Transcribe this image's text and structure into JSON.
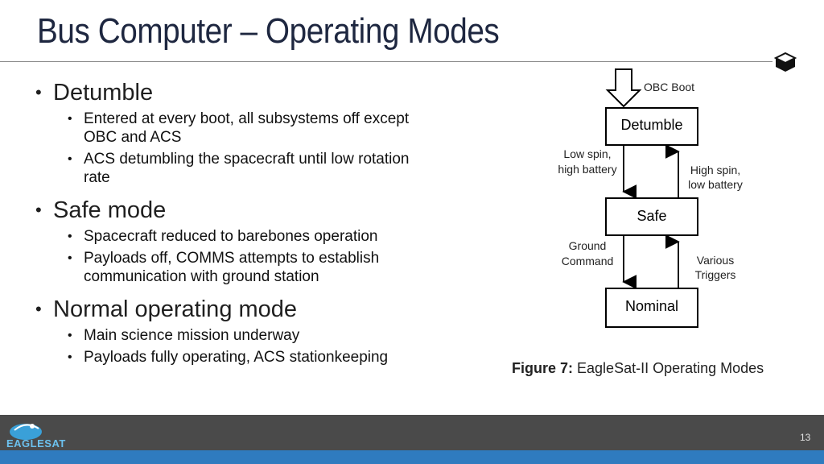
{
  "slide": {
    "title": "Bus Computer – Operating Modes",
    "page_number": "13"
  },
  "bullets": [
    {
      "heading": "Detumble",
      "items": [
        "Entered at every boot, all subsystems off except OBC and ACS",
        "ACS detumbling the spacecraft until low rotation rate"
      ]
    },
    {
      "heading": "Safe mode",
      "items": [
        "Spacecraft reduced to barebones operation",
        "Payloads off, COMMS attempts to establish communication with ground station"
      ]
    },
    {
      "heading": "Normal operating mode",
      "items": [
        "Main science mission underway",
        "Payloads fully operating, ACS stationkeeping"
      ]
    }
  ],
  "diagram": {
    "boot_label": "OBC Boot",
    "states": [
      "Detumble",
      "Safe",
      "Nominal"
    ],
    "transitions": {
      "low_spin_1": "Low spin,",
      "low_spin_2": "high battery",
      "high_spin_1": "High spin,",
      "high_spin_2": "low battery",
      "ground_1": "Ground",
      "ground_2": "Command",
      "various_1": "Various",
      "various_2": "Triggers"
    }
  },
  "caption": {
    "label": "Figure 7:",
    "text": "EagleSat-II Operating Modes"
  },
  "footer": {
    "logo_text": "EAGLESAT"
  }
}
